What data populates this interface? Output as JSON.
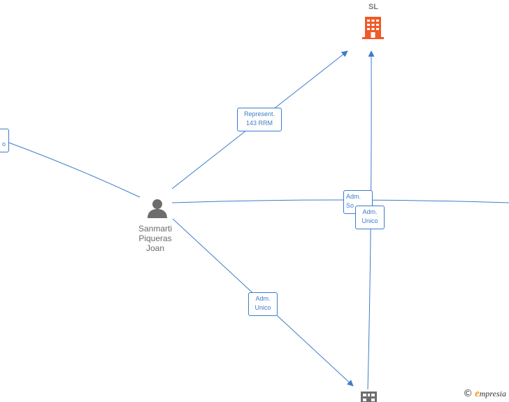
{
  "colors": {
    "edge": "#3d7cc9",
    "company_main": "#f05a28",
    "company_other": "#6d6d6d",
    "person": "#6d6d6d"
  },
  "nodes": {
    "company_top": {
      "label": "SL",
      "icon": "building-icon"
    },
    "person": {
      "label_lines": [
        "Sanmarti",
        "Piqueras",
        "Joan"
      ],
      "icon": "person-icon"
    },
    "company_bottom": {
      "icon": "building-icon"
    }
  },
  "edges": {
    "represent": {
      "lines": [
        "Represent.",
        "143 RRM"
      ]
    },
    "adm_unico_bottom": {
      "lines": [
        "Adm.",
        "Unico"
      ]
    },
    "adm_partial_left": {
      "lines": [
        "",
        "o"
      ]
    },
    "adm_sol": {
      "lines": [
        "Adm.",
        "So"
      ]
    },
    "adm_unico_right": {
      "lines": [
        "Adm.",
        "Unico"
      ]
    }
  },
  "brand": {
    "copyright": "©",
    "e": "e",
    "rest": "mpresia"
  }
}
